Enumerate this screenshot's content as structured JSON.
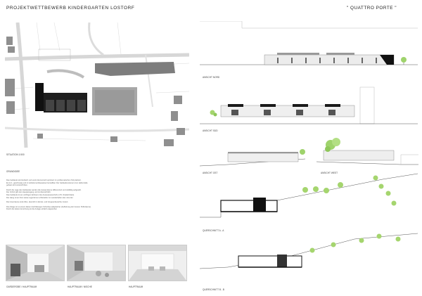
{
  "header": {
    "title": "PROJEKTWETTBEWERB  KINDERGARTEN LOSTORF",
    "motto": "\" QUATTRO  PORTE \""
  },
  "site_plan": {
    "caption": "SITUATION 1:500"
  },
  "text_section": {
    "heading": "GRUNDIDEE",
    "paragraphs": [
      [
        "Das Gebäude wird kubisch und somit ökonomisch optimiert im problematischen Teil platziert.",
        "Es ist 1- geschossig und in Holzelementbauweise herstellbar. Der Gebäudevolumen zum Hellvorteile",
        "gebaut wird unterschritten."
      ],
      [
        "Durch die Lage des Gebäudes werden die Aussenräume differenziert und vielfältig aufgeteilt.",
        "Der Vorhof gibt den Haupteingang und ist übersichtlich.",
        "Das Gebäude ist am wichtigen Eckraum des Ausserpausenhofs (z.B. Vorplatz/Hain).",
        "Der Hang ist an ihrer stetes regenferne Lichtstrahle zur Landschaften des Jura der."
      ],
      [
        "Die Innenräume sind offen, räumlich in Einzel- und Gruppenbereiche zoniert."
      ],
      [
        "Die Anlage ist so einem klaren durchlässigen Schutbau adaptierbar (Aufhebung der inneren Pufferkerne).",
        "Durch die leisten Anordnung ist die Anlage einfach etappierbar."
      ]
    ]
  },
  "photos": [
    {
      "caption": "GARDEROBE / HAUPTRAUM"
    },
    {
      "caption": "HAUPTRAUM / NISCHE"
    },
    {
      "caption": "HAUPTRAUM"
    }
  ],
  "elevations": {
    "north": "ANSICHT NORD",
    "south": "ANSICHT SÜD",
    "east": "ANSICHT OST",
    "west": "ANSICHT WEST"
  },
  "sections": {
    "a": "QUERSCHNITT  A - A",
    "b": "QUERSCHNITT  B - B"
  }
}
